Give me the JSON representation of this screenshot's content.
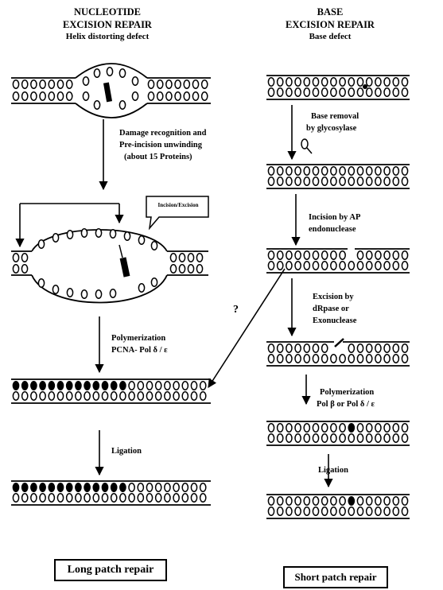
{
  "ner": {
    "title_line1": "NUCLEOTIDE",
    "title_line2": "EXCISION REPAIR",
    "subtitle": "Helix distorting defect",
    "step1_line1": "Damage recognition and",
    "step1_line2": "Pre-incision unwinding",
    "step1_line3": "(about 15 Proteins)",
    "callout": "Incision/Excision",
    "step3_line1": "Polymerization",
    "step3_line2": "PCNA- Pol δ / ε",
    "step4": "Ligation",
    "result": "Long patch repair"
  },
  "ber": {
    "title_line1": "BASE",
    "title_line2": "EXCISION REPAIR",
    "subtitle": "Base defect",
    "step1_line1": "Base removal",
    "step1_line2": "by glycosylase",
    "step2_line1": "Incision by AP",
    "step2_line2": "endonuclease",
    "step3_line1": "Excision by",
    "step3_line2": "dRpase or",
    "step3_line3": "Exonuclease",
    "step4_line1": "Polymerization",
    "step4_line2": "Pol β or Pol δ / ε",
    "step5": "Ligation",
    "result": "Short patch repair"
  },
  "crossover_mark": "?"
}
